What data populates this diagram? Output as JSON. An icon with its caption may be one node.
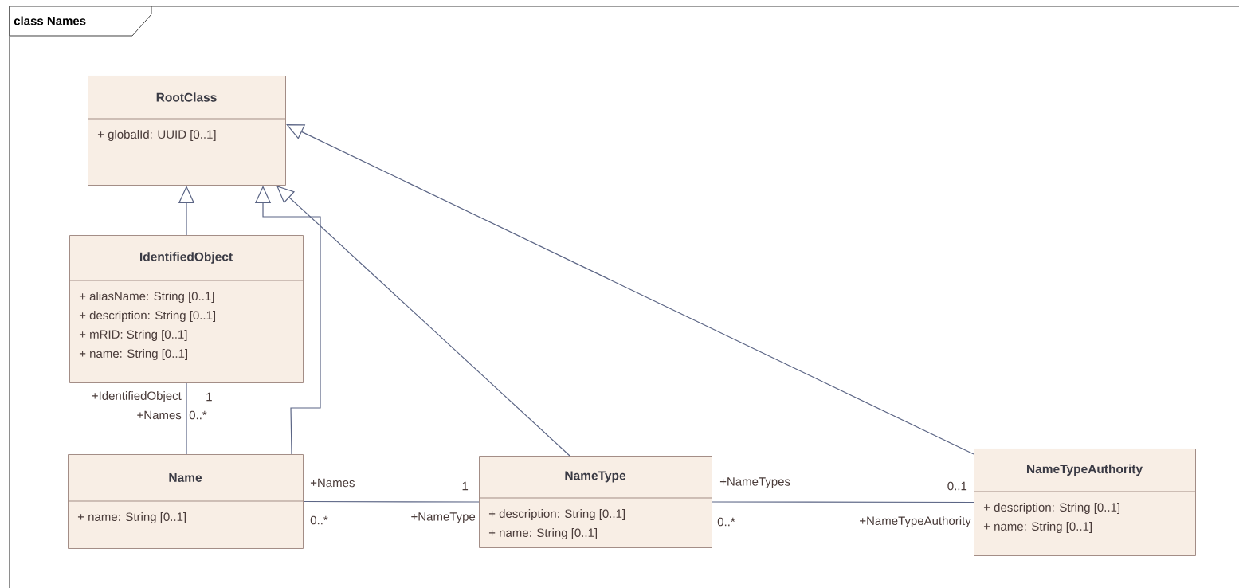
{
  "diagram": {
    "title": "class Names",
    "nodes": [
      {
        "text": [
          "RootClass",
          "+ globalId: UUID [0..1]"
        ]
      },
      {
        "text": [
          "IdentifiedObject",
          "+ aliasName: String [0..1]",
          "+ description: String [0..1]",
          "+ mRID: String [0..1]",
          "+ name: String [0..1]"
        ]
      },
      {
        "text": [
          "Name",
          "+ name: String [0..1]"
        ]
      },
      {
        "text": [
          "NameType",
          "+ description: String [0..1]",
          "+ name: String [0..1]"
        ]
      },
      {
        "text": [
          "NameTypeAuthority",
          "+ description: String [0..1]",
          "+ name: String [0..1]"
        ]
      }
    ],
    "edges": [
      {
        "from": 1,
        "to": 0,
        "arrow": "to"
      },
      {
        "from": 2,
        "to": 0,
        "arrow": "to"
      },
      {
        "from": 3,
        "to": 0,
        "arrow": "to"
      },
      {
        "from": 4,
        "to": 0,
        "arrow": "to"
      },
      {
        "from": 1,
        "to": 2,
        "arrow": "none"
      },
      {
        "from": 2,
        "to": 3,
        "arrow": "none"
      },
      {
        "from": 3,
        "to": 4,
        "arrow": "none"
      }
    ],
    "labels": [
      "+IdentifiedObject",
      "1",
      "+Names",
      "0..*",
      "+Names",
      "1",
      "+NameTypes",
      "0..1",
      "0..*",
      "+NameType",
      "0..*",
      "+NameTypeAuthority"
    ]
  }
}
